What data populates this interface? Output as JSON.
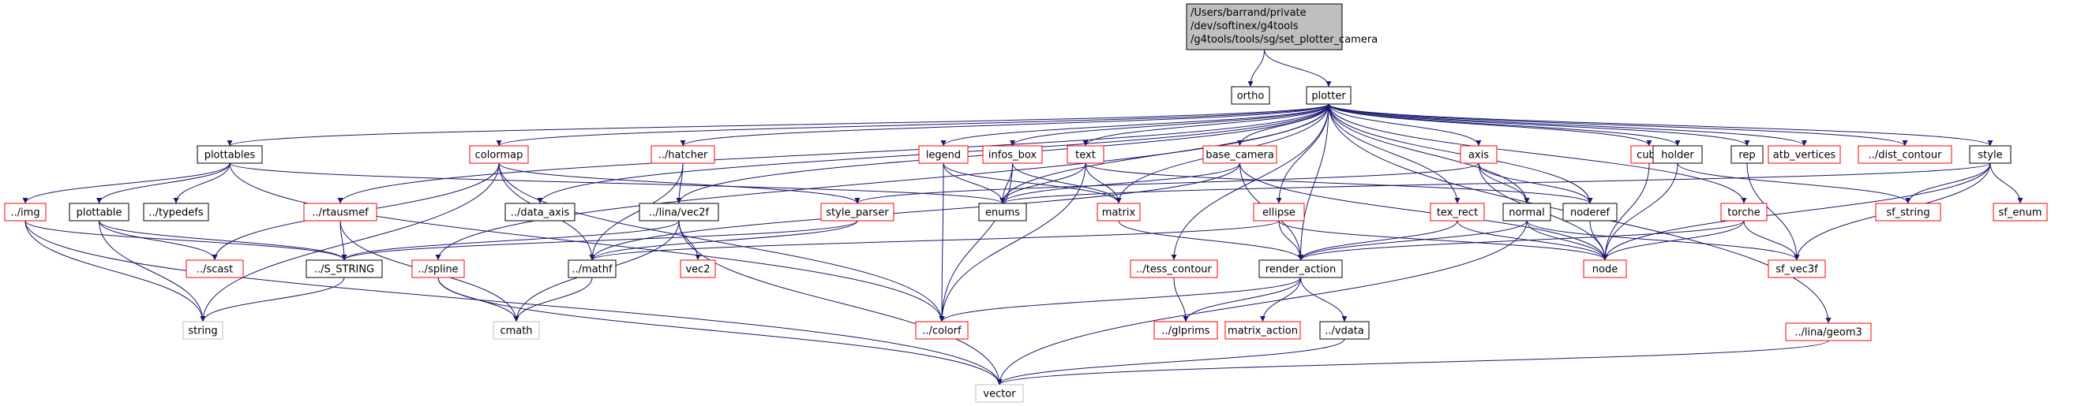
{
  "root": {
    "id": "root",
    "lines": [
      "/Users/barrand/private",
      "/dev/softinex/g4tools",
      "/g4tools/tools/sg/set_plotter_camera"
    ]
  },
  "nodes": [
    {
      "id": "ortho",
      "label": "ortho",
      "kind": "local"
    },
    {
      "id": "plotter",
      "label": "plotter",
      "kind": "local"
    },
    {
      "id": "plottables",
      "label": "plottables",
      "kind": "local"
    },
    {
      "id": "colormap",
      "label": "colormap",
      "kind": "missing"
    },
    {
      "id": "hatcher",
      "label": "../hatcher",
      "kind": "missing"
    },
    {
      "id": "legend",
      "label": "legend",
      "kind": "missing"
    },
    {
      "id": "infos_box",
      "label": "infos_box",
      "kind": "missing"
    },
    {
      "id": "text",
      "label": "text",
      "kind": "missing"
    },
    {
      "id": "base_camera",
      "label": "base_camera",
      "kind": "missing"
    },
    {
      "id": "axis",
      "label": "axis",
      "kind": "missing"
    },
    {
      "id": "cube",
      "label": "cube",
      "kind": "missing"
    },
    {
      "id": "holder",
      "label": "holder",
      "kind": "local"
    },
    {
      "id": "rep",
      "label": "rep",
      "kind": "local"
    },
    {
      "id": "atb_vertices",
      "label": "atb_vertices",
      "kind": "missing"
    },
    {
      "id": "dist_contour",
      "label": "../dist_contour",
      "kind": "missing"
    },
    {
      "id": "style",
      "label": "style",
      "kind": "local"
    },
    {
      "id": "img",
      "label": "../img",
      "kind": "missing"
    },
    {
      "id": "plottable",
      "label": "plottable",
      "kind": "local"
    },
    {
      "id": "typedefs",
      "label": "../typedefs",
      "kind": "local"
    },
    {
      "id": "rtausmef",
      "label": "../rtausmef",
      "kind": "missing"
    },
    {
      "id": "data_axis",
      "label": "../data_axis",
      "kind": "local"
    },
    {
      "id": "vec2f",
      "label": "../lina/vec2f",
      "kind": "local"
    },
    {
      "id": "style_parser",
      "label": "style_parser",
      "kind": "missing"
    },
    {
      "id": "enums",
      "label": "enums",
      "kind": "local"
    },
    {
      "id": "matrix",
      "label": "matrix",
      "kind": "missing"
    },
    {
      "id": "ellipse",
      "label": "ellipse",
      "kind": "missing"
    },
    {
      "id": "tex_rect",
      "label": "tex_rect",
      "kind": "missing"
    },
    {
      "id": "normal",
      "label": "normal",
      "kind": "local"
    },
    {
      "id": "noderef",
      "label": "noderef",
      "kind": "local"
    },
    {
      "id": "torche",
      "label": "torche",
      "kind": "missing"
    },
    {
      "id": "sf_string",
      "label": "sf_string",
      "kind": "missing"
    },
    {
      "id": "sf_enum",
      "label": "sf_enum",
      "kind": "missing"
    },
    {
      "id": "scast",
      "label": "../scast",
      "kind": "missing"
    },
    {
      "id": "S_STRING",
      "label": "../S_STRING",
      "kind": "local"
    },
    {
      "id": "spline",
      "label": "../spline",
      "kind": "missing"
    },
    {
      "id": "mathf",
      "label": "../mathf",
      "kind": "local"
    },
    {
      "id": "vec2",
      "label": "vec2",
      "kind": "missing"
    },
    {
      "id": "node",
      "label": "node",
      "kind": "missing"
    },
    {
      "id": "sf_vec3f",
      "label": "sf_vec3f",
      "kind": "missing"
    },
    {
      "id": "tess_contour",
      "label": "../tess_contour",
      "kind": "missing"
    },
    {
      "id": "render_action",
      "label": "render_action",
      "kind": "local"
    },
    {
      "id": "geom3",
      "label": "../lina/geom3",
      "kind": "missing"
    },
    {
      "id": "string",
      "label": "string",
      "kind": "system"
    },
    {
      "id": "cmath",
      "label": "cmath",
      "kind": "system"
    },
    {
      "id": "colorf",
      "label": "../colorf",
      "kind": "missing"
    },
    {
      "id": "glprims",
      "label": "../glprims",
      "kind": "missing"
    },
    {
      "id": "matrix_action",
      "label": "matrix_action",
      "kind": "missing"
    },
    {
      "id": "vdata",
      "label": "../vdata",
      "kind": "local"
    },
    {
      "id": "vector",
      "label": "vector",
      "kind": "system"
    }
  ],
  "edges": [
    [
      "root",
      "ortho"
    ],
    [
      "root",
      "plotter"
    ],
    [
      "plotter",
      "plottables"
    ],
    [
      "plotter",
      "colormap"
    ],
    [
      "plotter",
      "hatcher"
    ],
    [
      "plotter",
      "legend"
    ],
    [
      "plotter",
      "infos_box"
    ],
    [
      "plotter",
      "text"
    ],
    [
      "plotter",
      "base_camera"
    ],
    [
      "plotter",
      "axis"
    ],
    [
      "plotter",
      "cube"
    ],
    [
      "plotter",
      "holder"
    ],
    [
      "plotter",
      "rep"
    ],
    [
      "plotter",
      "atb_vertices"
    ],
    [
      "plotter",
      "dist_contour"
    ],
    [
      "plotter",
      "style"
    ],
    [
      "plotter",
      "rtausmef"
    ],
    [
      "plotter",
      "data_axis"
    ],
    [
      "plotter",
      "vec2f"
    ],
    [
      "plotter",
      "matrix"
    ],
    [
      "plotter",
      "ellipse"
    ],
    [
      "plotter",
      "tex_rect"
    ],
    [
      "plotter",
      "normal"
    ],
    [
      "plotter",
      "noderef"
    ],
    [
      "plotter",
      "torche"
    ],
    [
      "plotter",
      "spline"
    ],
    [
      "plotter",
      "tess_contour"
    ],
    [
      "plotter",
      "render_action"
    ],
    [
      "plotter",
      "geom3"
    ],
    [
      "plotter",
      "enums"
    ],
    [
      "plottables",
      "img"
    ],
    [
      "plottables",
      "plottable"
    ],
    [
      "plottables",
      "typedefs"
    ],
    [
      "plottables",
      "enums"
    ],
    [
      "plottables",
      "colorf"
    ],
    [
      "plottable",
      "S_STRING"
    ],
    [
      "plottable",
      "string"
    ],
    [
      "plottable",
      "scast"
    ],
    [
      "img",
      "string"
    ],
    [
      "img",
      "vector"
    ],
    [
      "img",
      "S_STRING"
    ],
    [
      "colormap",
      "style_parser"
    ],
    [
      "colormap",
      "scast"
    ],
    [
      "colormap",
      "mathf"
    ],
    [
      "colormap",
      "string"
    ],
    [
      "colormap",
      "colorf"
    ],
    [
      "hatcher",
      "vec2f"
    ],
    [
      "hatcher",
      "mathf"
    ],
    [
      "rtausmef",
      "S_STRING"
    ],
    [
      "rtausmef",
      "cmath"
    ],
    [
      "vec2f",
      "vec2"
    ],
    [
      "vec2f",
      "S_STRING"
    ],
    [
      "vec2f",
      "cmath"
    ],
    [
      "vec2f",
      "vector"
    ],
    [
      "style_parser",
      "mathf"
    ],
    [
      "style_parser",
      "S_STRING"
    ],
    [
      "legend",
      "enums"
    ],
    [
      "legend",
      "matrix"
    ],
    [
      "legend",
      "colorf"
    ],
    [
      "infos_box",
      "enums"
    ],
    [
      "infos_box",
      "matrix"
    ],
    [
      "infos_box",
      "colorf"
    ],
    [
      "text",
      "enums"
    ],
    [
      "text",
      "matrix"
    ],
    [
      "text",
      "colorf"
    ],
    [
      "text",
      "noderef"
    ],
    [
      "base_camera",
      "enums"
    ],
    [
      "base_camera",
      "render_action"
    ],
    [
      "base_camera",
      "mathf"
    ],
    [
      "base_camera",
      "node"
    ],
    [
      "axis",
      "normal"
    ],
    [
      "axis",
      "noderef"
    ],
    [
      "axis",
      "node"
    ],
    [
      "axis",
      "style_parser"
    ],
    [
      "cube",
      "node"
    ],
    [
      "holder",
      "node"
    ],
    [
      "holder",
      "sf_string"
    ],
    [
      "style",
      "sf_string"
    ],
    [
      "style",
      "sf_enum"
    ],
    [
      "style",
      "sf_vec3f"
    ],
    [
      "style",
      "node"
    ],
    [
      "style",
      "enums"
    ],
    [
      "matrix",
      "render_action"
    ],
    [
      "ellipse",
      "render_action"
    ],
    [
      "ellipse",
      "node"
    ],
    [
      "ellipse",
      "mathf"
    ],
    [
      "tex_rect",
      "render_action"
    ],
    [
      "tex_rect",
      "node"
    ],
    [
      "normal",
      "node"
    ],
    [
      "normal",
      "sf_vec3f"
    ],
    [
      "normal",
      "render_action"
    ],
    [
      "normal",
      "vector"
    ],
    [
      "noderef",
      "node"
    ],
    [
      "torche",
      "node"
    ],
    [
      "torche",
      "sf_vec3f"
    ],
    [
      "torche",
      "render_action"
    ],
    [
      "mathf",
      "cmath"
    ],
    [
      "S_STRING",
      "string"
    ],
    [
      "spline",
      "cmath"
    ],
    [
      "spline",
      "vector"
    ],
    [
      "tess_contour",
      "glprims"
    ],
    [
      "render_action",
      "colorf"
    ],
    [
      "render_action",
      "glprims"
    ],
    [
      "render_action",
      "matrix_action"
    ],
    [
      "render_action",
      "vdata"
    ],
    [
      "vdata",
      "vector"
    ],
    [
      "geom3",
      "vector"
    ],
    [
      "rep",
      "sf_vec3f"
    ]
  ],
  "colors": {
    "edge": "#191970",
    "missing_border": "#ff0000",
    "local_border": "#000000",
    "system_border": "#bfbfbf",
    "root_fill": "#bfbfbf",
    "text": "#000000"
  }
}
